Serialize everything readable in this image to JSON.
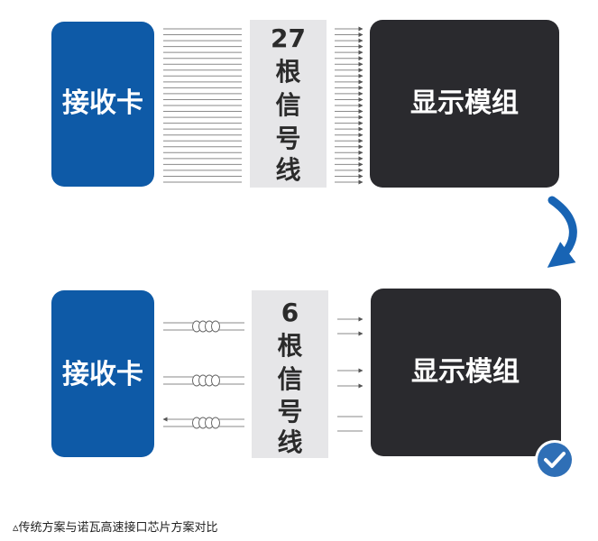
{
  "top": {
    "receiver_label": "接收卡",
    "signal_count": "27",
    "signal_chars": [
      "根",
      "信",
      "号",
      "线"
    ],
    "display_label": "显示模组"
  },
  "bottom": {
    "receiver_label": "接收卡",
    "signal_count": "6",
    "signal_chars": [
      "根",
      "信",
      "号",
      "线"
    ],
    "display_label": "显示模组"
  },
  "caption": "▵传统方案与诺瓦高速接口芯片方案对比",
  "colors": {
    "receiver_blue": "#0e5aa7",
    "display_dark": "#2a2a2e",
    "signal_panel": "#e6e6e8",
    "line_gray": "#8a8a8a",
    "arrow_blue": "#1864b4",
    "check_blue": "#2f6fb6"
  }
}
